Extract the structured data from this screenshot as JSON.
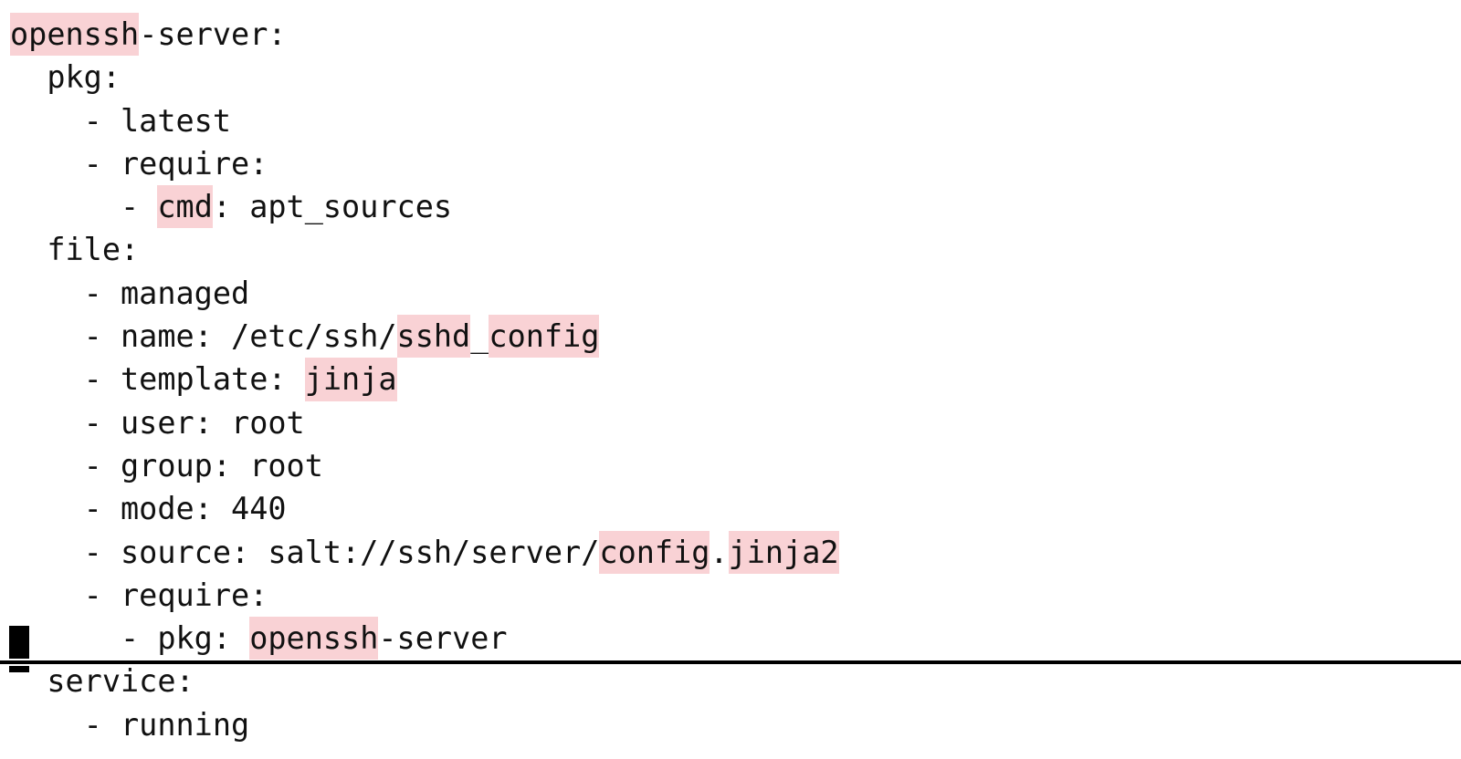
{
  "app": {
    "background_color": "#ffffff",
    "text_color": "#111111",
    "highlight_color": "#f9d2d5",
    "cursor_color": "#000000",
    "file_type": "saltstack-sls-yaml"
  },
  "editor": {
    "lines": [
      {
        "segments": [
          {
            "text": "openssh",
            "hl": true
          },
          {
            "text": "-server:",
            "hl": false
          }
        ]
      },
      {
        "segments": [
          {
            "text": "  pkg:",
            "hl": false
          }
        ]
      },
      {
        "segments": [
          {
            "text": "    - latest",
            "hl": false
          }
        ]
      },
      {
        "segments": [
          {
            "text": "    - require:",
            "hl": false
          }
        ]
      },
      {
        "segments": [
          {
            "text": "      - ",
            "hl": false
          },
          {
            "text": "cmd",
            "hl": true
          },
          {
            "text": ": apt_sources",
            "hl": false
          }
        ]
      },
      {
        "segments": [
          {
            "text": "  file:",
            "hl": false
          }
        ]
      },
      {
        "segments": [
          {
            "text": "    - managed",
            "hl": false
          }
        ]
      },
      {
        "segments": [
          {
            "text": "    - name: /etc/ssh/",
            "hl": false
          },
          {
            "text": "sshd",
            "hl": true
          },
          {
            "text": "_",
            "hl": false
          },
          {
            "text": "config",
            "hl": true
          }
        ]
      },
      {
        "segments": [
          {
            "text": "    - template: ",
            "hl": false
          },
          {
            "text": "jinja",
            "hl": true
          }
        ]
      },
      {
        "segments": [
          {
            "text": "    - user: root",
            "hl": false
          }
        ]
      },
      {
        "segments": [
          {
            "text": "    - group: root",
            "hl": false
          }
        ]
      },
      {
        "segments": [
          {
            "text": "    - mode: 440",
            "hl": false
          }
        ]
      },
      {
        "segments": [
          {
            "text": "    - source: salt://ssh/server/",
            "hl": false
          },
          {
            "text": "config",
            "hl": true
          },
          {
            "text": ".",
            "hl": false
          },
          {
            "text": "jinja2",
            "hl": true
          }
        ]
      },
      {
        "segments": [
          {
            "text": "    - require:",
            "hl": false
          }
        ]
      },
      {
        "segments": [
          {
            "text": "      - pkg: ",
            "hl": false
          },
          {
            "text": "openssh",
            "hl": true
          },
          {
            "text": "-server",
            "hl": false
          }
        ]
      },
      {
        "segments": [
          {
            "text": "  service:",
            "hl": false
          }
        ]
      },
      {
        "segments": [
          {
            "text": "    - running",
            "hl": false
          }
        ]
      }
    ],
    "cursor": {
      "line_index": 14,
      "column": 0,
      "shape": "block"
    },
    "current_line_rule_index": 14
  }
}
